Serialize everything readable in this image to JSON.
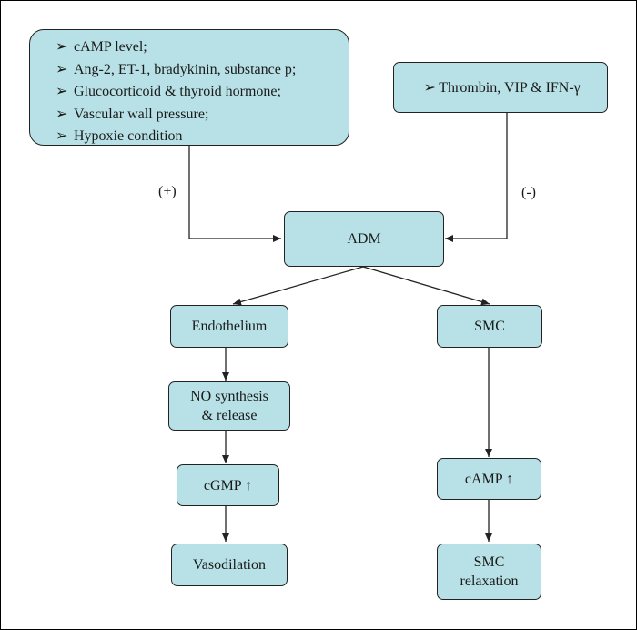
{
  "stimulators": [
    "cAMP level;",
    "Ang-2, ET-1, bradykinin, substance p;",
    "Glucocorticoid & thyroid hormone;",
    "Vascular wall pressure;",
    "Hypoxie condition"
  ],
  "inhibitors": [
    "Thrombin, VIP & IFN-γ"
  ],
  "bullet": "➢",
  "plus_label": "(+)",
  "minus_label": "(-)",
  "center": "ADM",
  "left_branch": {
    "target": "Endothelium",
    "step1": [
      "NO synthesis",
      "& release"
    ],
    "step2": "cGMP ↑",
    "result": "Vasodilation"
  },
  "right_branch": {
    "target": "SMC",
    "step1": "cAMP ↑",
    "result": [
      "SMC",
      "relaxation"
    ]
  },
  "colors": {
    "box_fill": "#b7e1e6",
    "border": "#222222"
  }
}
